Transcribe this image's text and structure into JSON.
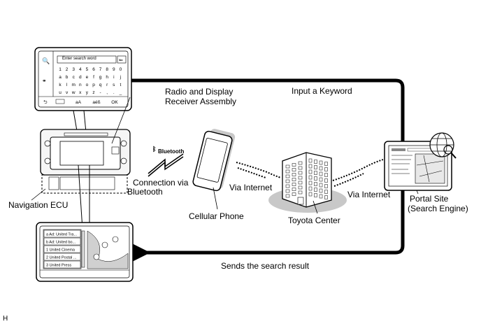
{
  "labels": {
    "radio_display_line1": "Radio and Display",
    "radio_display_line2": "Receiver Assembly",
    "input_keyword": "Input a Keyword",
    "connection_via_line1": "Connection via",
    "connection_via_line2": "Bluetooth",
    "navigation_ecu": "Navigation ECU",
    "cellular_phone": "Cellular Phone",
    "via_internet_left": "Via Internet",
    "via_internet_right": "Via Internet",
    "toyota_center": "Toyota Center",
    "portal_site_line1": "Portal Site",
    "portal_site_line2": "(Search Engine)",
    "sends_result": "Sends the search result",
    "bluetooth_logo": "Bluetooth",
    "figure_code": "H"
  },
  "keyboard_screen": {
    "search_placeholder": "Enter search word",
    "rows": [
      [
        "1",
        "2",
        "3",
        "4",
        "5",
        "6",
        "7",
        "8",
        "9",
        "0"
      ],
      [
        "a",
        "b",
        "c",
        "d",
        "e",
        "f",
        "g",
        "h",
        "i",
        "j"
      ],
      [
        "k",
        "l",
        "m",
        "n",
        "o",
        "p",
        "q",
        "r",
        "s",
        "t"
      ],
      [
        "u",
        "v",
        "w",
        "x",
        "y",
        "z",
        "-",
        ",",
        ".",
        "_"
      ]
    ],
    "bottom_keys": [
      "aA",
      "aéß",
      "OK"
    ]
  },
  "results_screen": {
    "items": [
      "a Ad: United Tra...",
      "b Ad: United bo...",
      "1 United Cinema",
      "2 United Postal ...",
      "3 United Press"
    ]
  },
  "colors": {
    "line": "#000000",
    "shadow": "#c8c8c8",
    "panel": "#f4f4f4"
  }
}
